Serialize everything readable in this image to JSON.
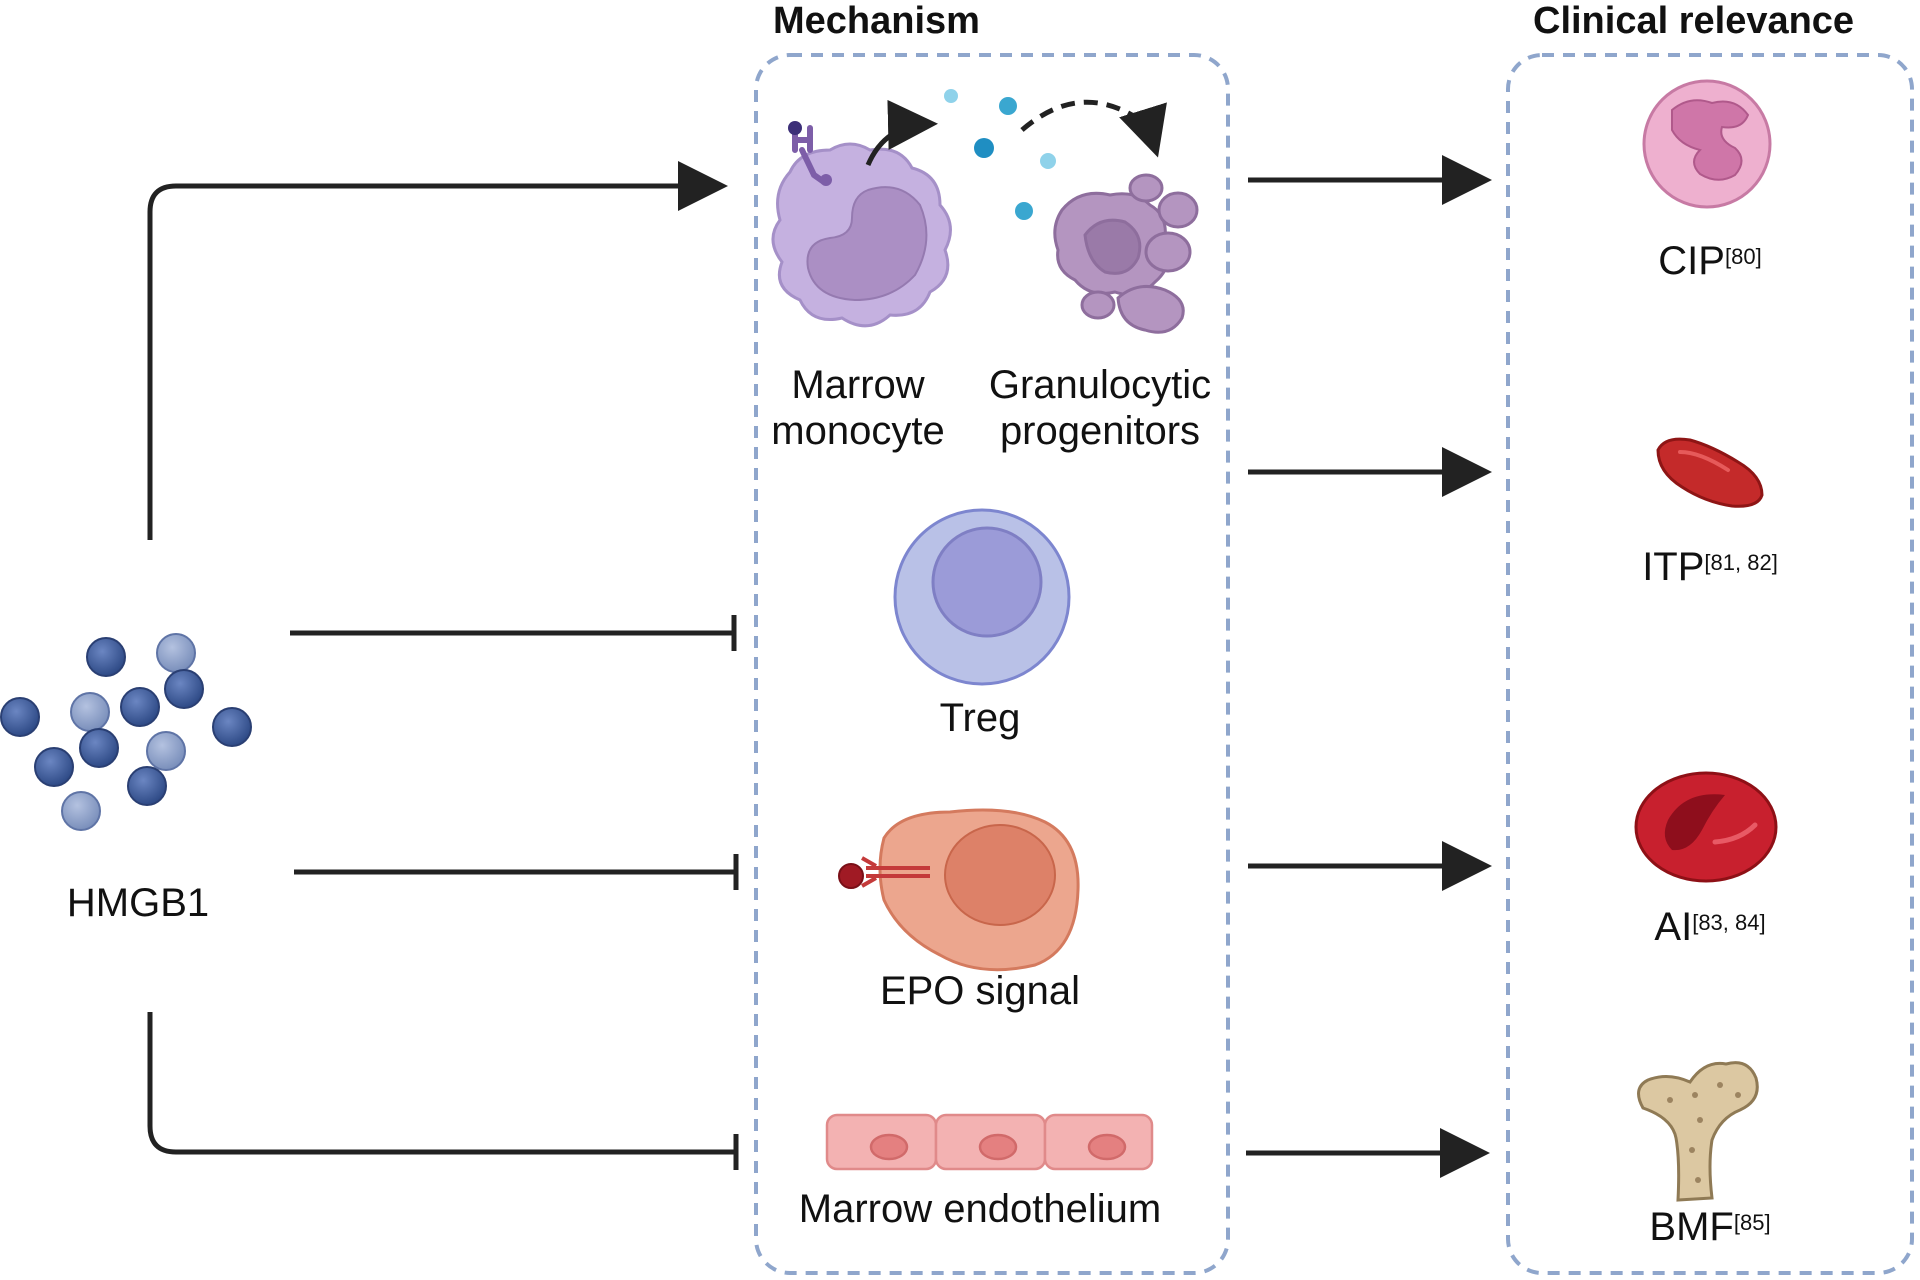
{
  "headers": {
    "mechanism": "Mechanism",
    "clinical": "Clinical relevance"
  },
  "source": {
    "label": "HMGB1"
  },
  "mechanisms": {
    "marrow_monocyte": [
      "Marrow",
      "monocyte"
    ],
    "granulocytic_progenitors": [
      "Granulocytic",
      "progenitors"
    ],
    "treg": "Treg",
    "epo_signal": "EPO signal",
    "marrow_endothelium": "Marrow endothelium"
  },
  "clinical": {
    "cip": {
      "label": "CIP",
      "ref": "[80]"
    },
    "itp": {
      "label": "ITP",
      "ref": "[81, 82]"
    },
    "ai": {
      "label": "AI",
      "ref": "[83, 84]"
    },
    "bmf": {
      "label": "BMF",
      "ref": "[85]"
    }
  },
  "colors": {
    "dashed_border": "#8fa6cc",
    "hmgb1_dark": "#3d5a9a",
    "hmgb1_light": "#8c9fc6",
    "monocyte": "#c2aedd",
    "progenitor": "#b392bd",
    "treg_outer": "#b8c0e6",
    "treg_inner": "#9a9ad6",
    "epo_cell": "#eca68e",
    "endothelium": "#f3b2b2",
    "neutrophil": "#eeb0cf",
    "platelet": "#c42a2a",
    "rbc": "#c8202e",
    "bone": "#dcc8a2"
  }
}
